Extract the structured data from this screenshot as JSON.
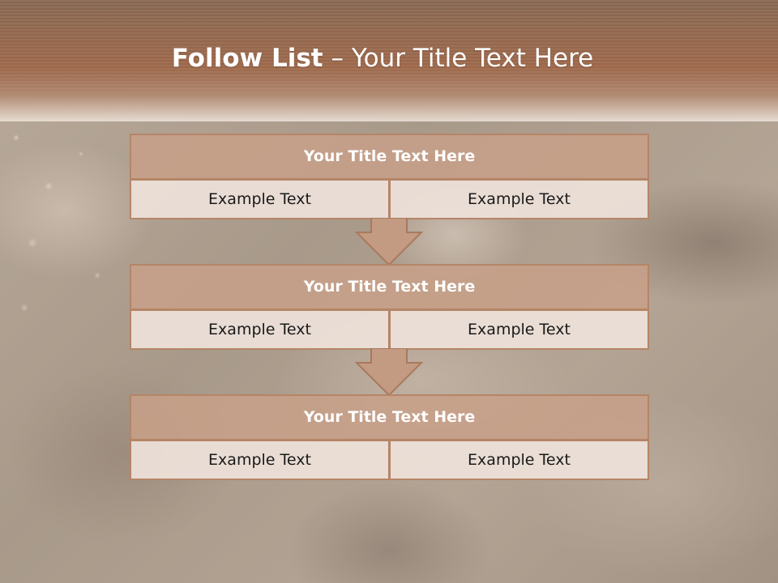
{
  "slide": {
    "title_bold": "Follow List",
    "title_separator": " – ",
    "title_rest": "Your Title Text Here"
  },
  "stages": [
    {
      "title": "Your Title Text Here",
      "left_text": "Example Text",
      "right_text": "Example Text"
    },
    {
      "title": "Your Title Text Here",
      "left_text": "Example Text",
      "right_text": "Example Text"
    },
    {
      "title": "Your Title Text Here",
      "left_text": "Example Text",
      "right_text": "Example Text"
    }
  ],
  "colors": {
    "header": "#a06a4c",
    "box_title_fill": "#c8a088",
    "box_border": "#b58567",
    "cell_fill": "#eee2da"
  }
}
